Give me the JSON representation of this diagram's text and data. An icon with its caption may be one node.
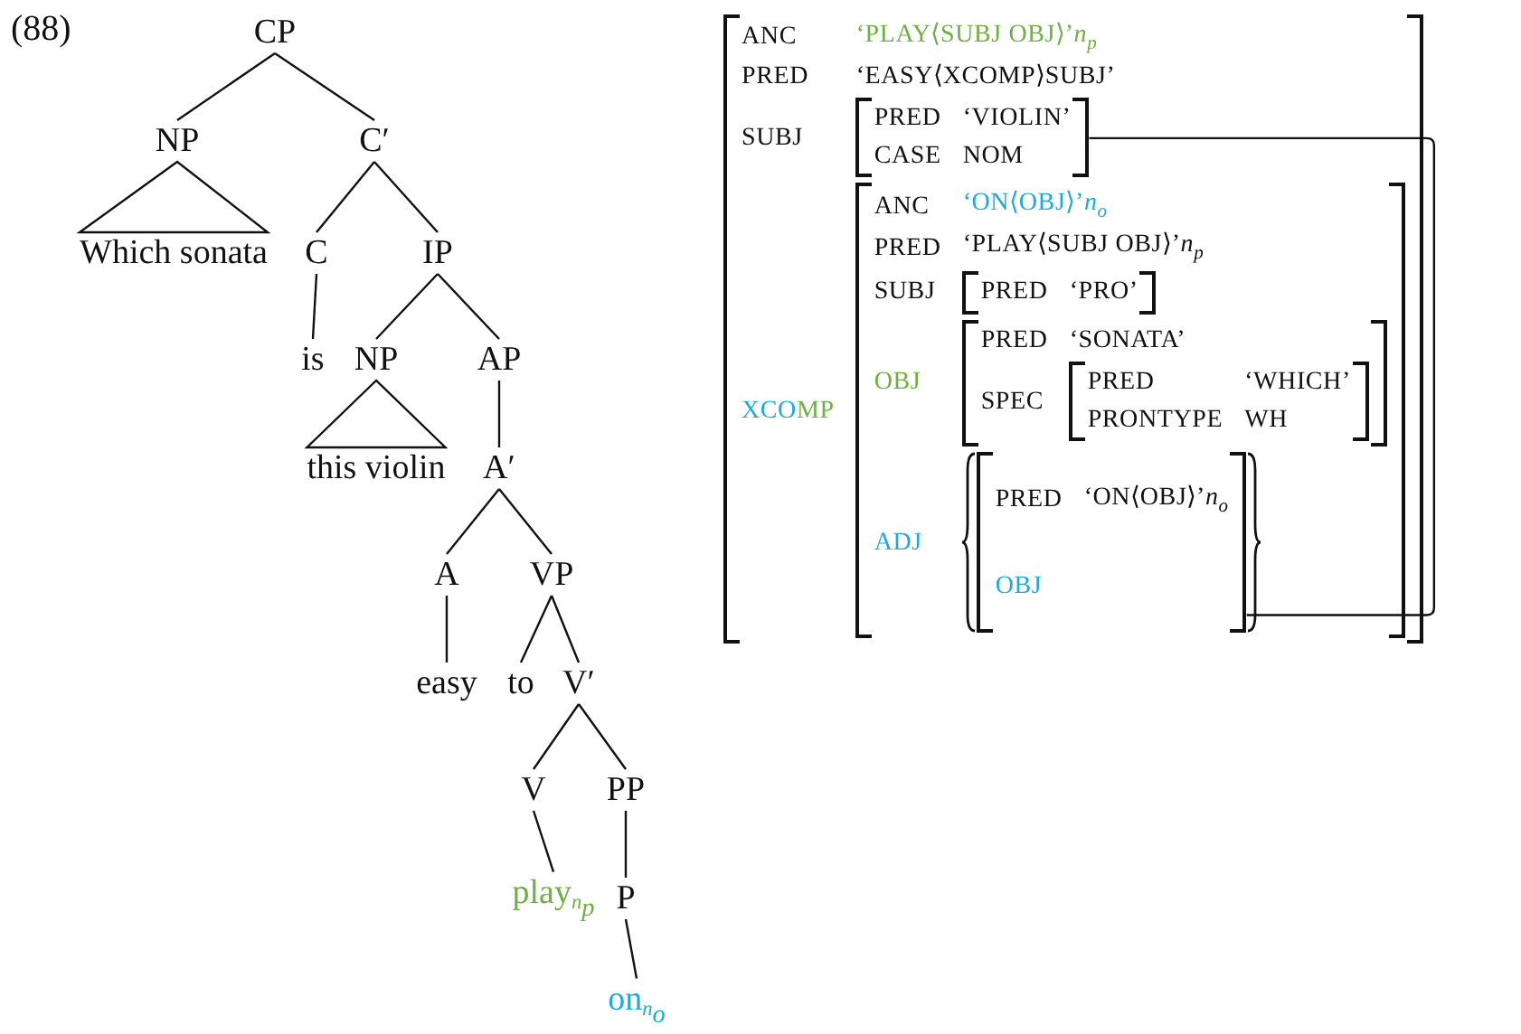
{
  "diagram": {
    "nodes": [
      {
        "text": [
          "CP"
        ]
      },
      {
        "text": [
          "NP"
        ]
      },
      {
        "text": [
          "C′"
        ]
      },
      {
        "text": [
          "Which sonata"
        ]
      },
      {
        "text": [
          "C"
        ]
      },
      {
        "text": [
          "IP"
        ]
      },
      {
        "text": [
          "is"
        ]
      },
      {
        "text": [
          "NP"
        ]
      },
      {
        "text": [
          "AP"
        ]
      },
      {
        "text": [
          "this violin"
        ]
      },
      {
        "text": [
          "A′"
        ]
      },
      {
        "text": [
          "A"
        ]
      },
      {
        "text": [
          "VP"
        ]
      },
      {
        "text": [
          "easy"
        ]
      },
      {
        "text": [
          "to"
        ]
      },
      {
        "text": [
          "V′"
        ]
      },
      {
        "text": [
          "V"
        ]
      },
      {
        "text": [
          "PP"
        ]
      },
      {
        "text": [
          "play$_{n}$$_{p}$"
        ]
      },
      {
        "text": [
          "P"
        ]
      },
      {
        "text": [
          "on$_{n}$$_{o}$"
        ]
      },
      {
        "text": [
          "ANC",
          "‘PLAY⟨SUBJ OBJ⟩’*n*$_{p}$",
          "PRED",
          "‘EASY⟨XCOMP⟩SUBJ’",
          "SUBJ",
          "XCOMP"
        ]
      },
      {
        "text": [
          "PRED",
          "‘VIOLIN’",
          "CASE",
          "NOM"
        ],
        "in": 21
      },
      {
        "text": [
          "ANC",
          "‘ON⟨OBJ⟩’*n*$_{o}$",
          "PRED",
          "‘PLAY⟨SUBJ OBJ⟩’*n*$_{p}$",
          "SUBJ",
          "OBJ",
          "ADJ"
        ],
        "in": 21
      },
      {
        "text": [
          "PRED",
          "‘PRO’"
        ],
        "in": 23
      },
      {
        "text": [
          "PRED",
          "‘SONATA’",
          "SPEC"
        ],
        "in": 23
      },
      {
        "text": [
          "PRED",
          "‘WHICH’",
          "PRONTYPE",
          "WH"
        ],
        "in": 25
      },
      {
        "text": [
          "PRED",
          "‘ON⟨OBJ⟩’*n*$_{o}$",
          "OBJ"
        ],
        "in": 23
      }
    ],
    "edges": [
      {
        "from": 0,
        "to": 1,
        "arrow": "none"
      },
      {
        "from": 0,
        "to": 2,
        "arrow": "none"
      },
      {
        "from": 1,
        "to": 3,
        "arrow": "none"
      },
      {
        "from": 2,
        "to": 4,
        "arrow": "none"
      },
      {
        "from": 2,
        "to": 5,
        "arrow": "none"
      },
      {
        "from": 4,
        "to": 6,
        "arrow": "none"
      },
      {
        "from": 5,
        "to": 7,
        "arrow": "none"
      },
      {
        "from": 5,
        "to": 8,
        "arrow": "none"
      },
      {
        "from": 7,
        "to": 9,
        "arrow": "none"
      },
      {
        "from": 8,
        "to": 10,
        "arrow": "none"
      },
      {
        "from": 10,
        "to": 11,
        "arrow": "none"
      },
      {
        "from": 10,
        "to": 12,
        "arrow": "none"
      },
      {
        "from": 11,
        "to": 13,
        "arrow": "none"
      },
      {
        "from": 12,
        "to": 14,
        "arrow": "none"
      },
      {
        "from": 12,
        "to": 15,
        "arrow": "none"
      },
      {
        "from": 15,
        "to": 16,
        "arrow": "none"
      },
      {
        "from": 15,
        "to": 17,
        "arrow": "none"
      },
      {
        "from": 16,
        "to": 18,
        "arrow": "none"
      },
      {
        "from": 17,
        "to": 19,
        "arrow": "none"
      },
      {
        "from": 19,
        "to": 20,
        "arrow": "none"
      },
      {
        "from": 22,
        "to": 27,
        "arrow": "none"
      }
    ],
    "labels": [
      "(88)"
    ]
  }
}
